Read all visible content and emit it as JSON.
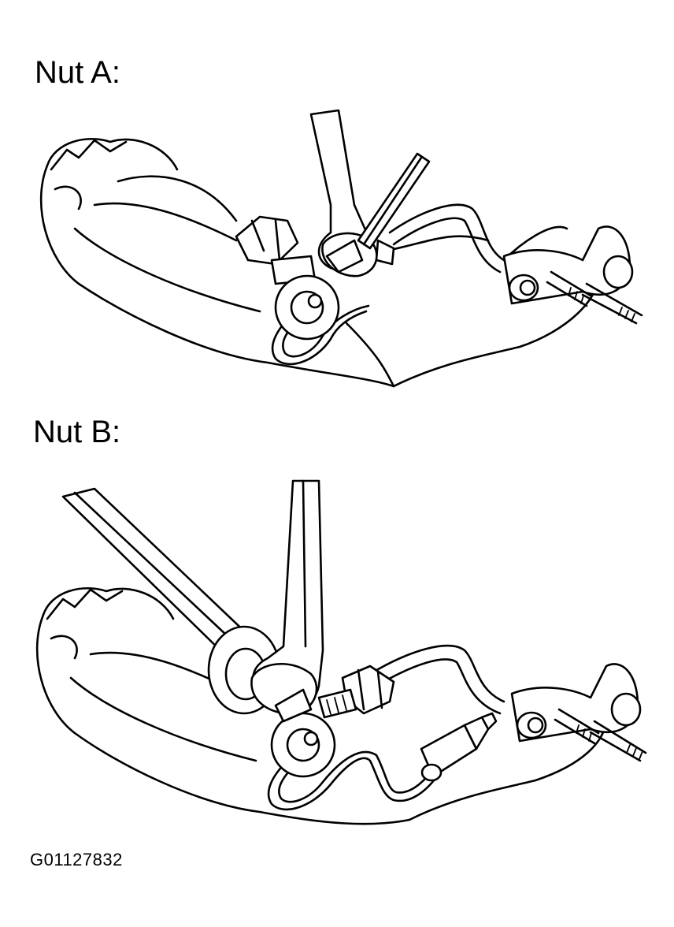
{
  "figure": {
    "panel_a": {
      "title": "Nut A:"
    },
    "panel_b": {
      "title": "Nut B:"
    },
    "code": "G01127832"
  },
  "icons": {
    "panel_a": "wrench-on-flare-nut-diagram",
    "panel_b": "wrench-on-flare-nut-diagram"
  }
}
